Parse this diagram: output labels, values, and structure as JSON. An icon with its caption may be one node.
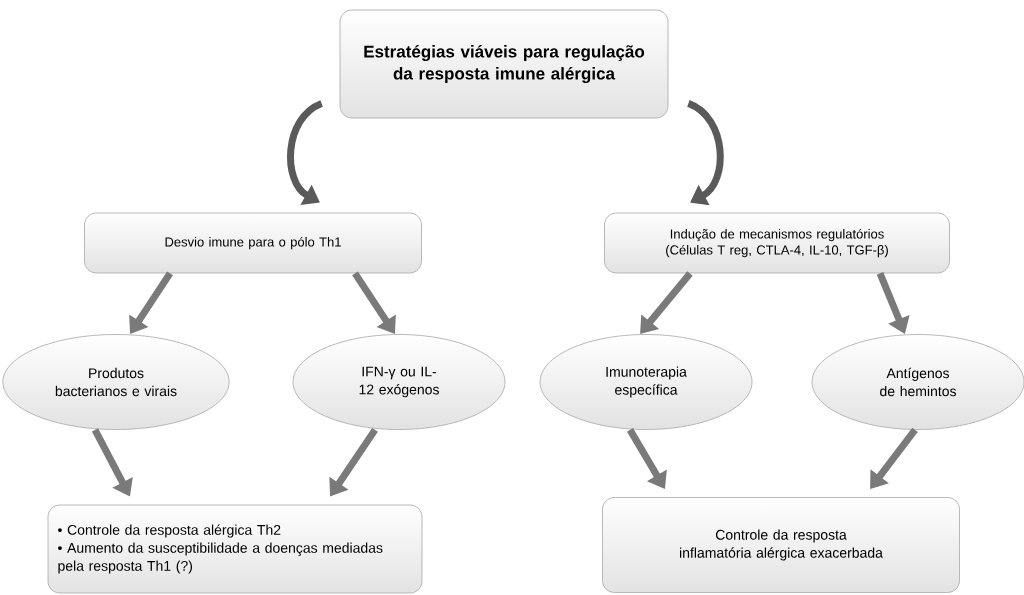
{
  "diagram": {
    "nodes": [
      {
        "text": [
          "Estratégias viáveis para regulação da resposta imune alérgica"
        ]
      },
      {
        "text": [
          "Desvio imune para o pólo Th1"
        ]
      },
      {
        "text": [
          "Indução de mecanismos regulatórios (Células T reg, CTLA-4, IL-10, TGF-β)"
        ]
      },
      {
        "text": [
          "Produtos bacterianos e virais"
        ]
      },
      {
        "text": [
          "IFN-γ ou IL-12 exógenos"
        ]
      },
      {
        "text": [
          "Imunoterapia específica"
        ]
      },
      {
        "text": [
          "Antígenos de hemintos"
        ]
      },
      {
        "text": [
          "• Controle da resposta alérgica Th2",
          "• Aumento da susceptibilidade a doenças mediadas pela resposta Th1 (?)"
        ]
      },
      {
        "text": [
          "Controle da resposta inflamatória alérgica exacerbada"
        ]
      }
    ],
    "edges": [
      {
        "from": 0,
        "to": 1,
        "arrow": "to",
        "color": "#5a5a5a"
      },
      {
        "from": 0,
        "to": 2,
        "arrow": "to",
        "color": "#5a5a5a"
      },
      {
        "from": 1,
        "to": 3,
        "arrow": "to"
      },
      {
        "from": 1,
        "to": 4,
        "arrow": "to"
      },
      {
        "from": 2,
        "to": 5,
        "arrow": "to"
      },
      {
        "from": 2,
        "to": 6,
        "arrow": "to"
      },
      {
        "from": 3,
        "to": 7,
        "arrow": "to"
      },
      {
        "from": 4,
        "to": 7,
        "arrow": "to"
      },
      {
        "from": 5,
        "to": 8,
        "arrow": "to"
      },
      {
        "from": 6,
        "to": 8,
        "arrow": "to"
      }
    ]
  }
}
